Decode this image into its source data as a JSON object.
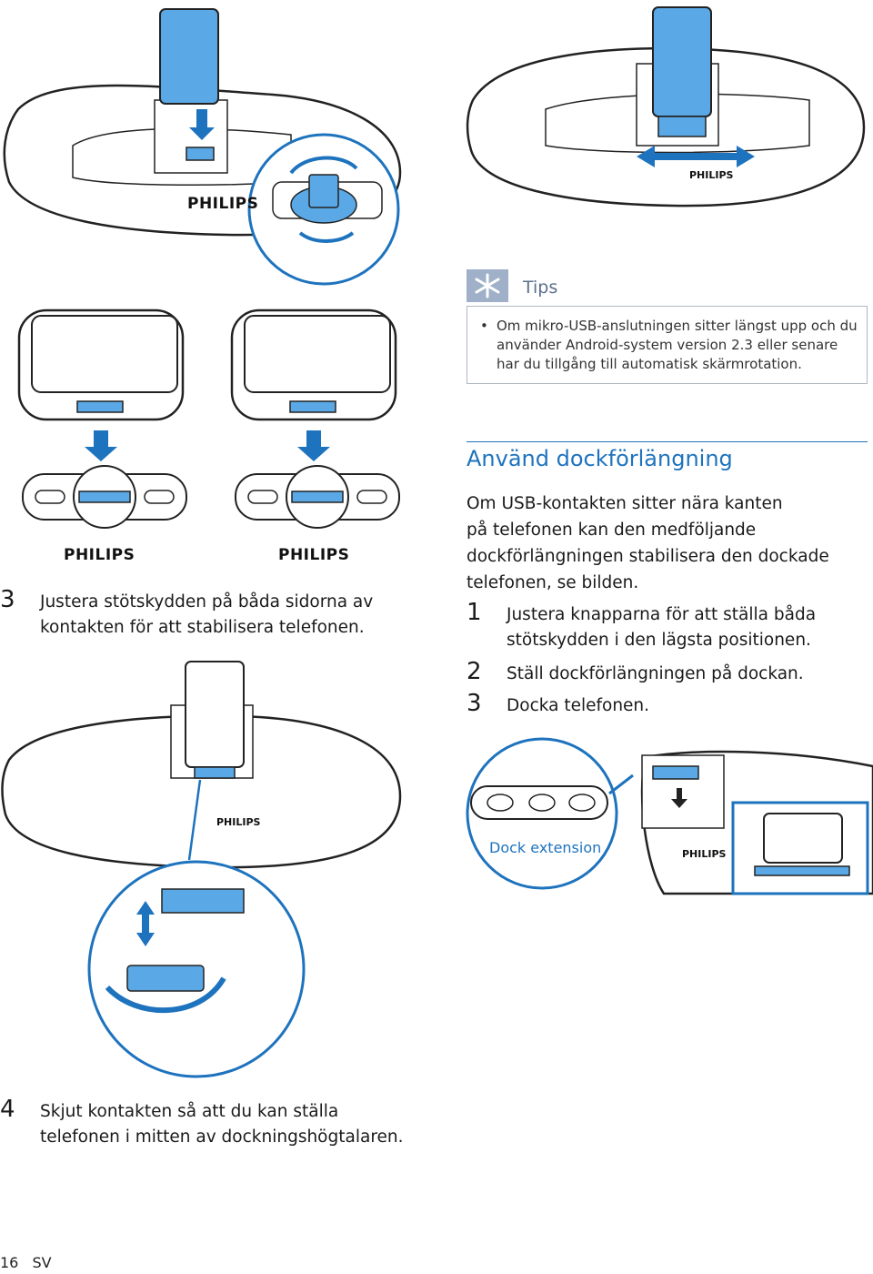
{
  "tips": {
    "icon": "asterisk-icon",
    "label": "Tips",
    "item": "Om mikro-USB-anslutningen sitter längst upp och du använder Android-system version 2.3 eller senare har du tillgång till automatisk skärmrotation."
  },
  "illustrations": {
    "brand": "PHILIPS",
    "dock_extension_label": "Dock extension"
  },
  "steps_left": [
    {
      "number": "3",
      "line1": "Justera stötskydden på båda sidorna av",
      "line2": "kontakten för att stabilisera telefonen."
    },
    {
      "number": "4",
      "line1": "Skjut kontakten så att du kan ställa",
      "line2": "telefonen i mitten av dockningshögtalaren."
    }
  ],
  "section": {
    "title": "Använd dockförlängning",
    "intro_lines": [
      "Om USB-kontakten sitter nära kanten",
      "på telefonen kan den medföljande",
      "dockförlängningen stabilisera den dockade",
      "telefonen, se bilden."
    ],
    "steps": [
      {
        "number": "1",
        "line1": "Justera knapparna för att ställa båda",
        "line2": "stötskydden i den lägsta positionen."
      },
      {
        "number": "2",
        "line1": "Ställ dockförlängningen på dockan.",
        "line2": ""
      },
      {
        "number": "3",
        "line1": "Docka telefonen.",
        "line2": ""
      }
    ]
  },
  "footer": {
    "page_number": "16",
    "language": "SV"
  },
  "colors": {
    "accent_blue": "#1e73be",
    "phone_blue": "#5aa9e6",
    "tips_grey": "#9fb0c8"
  }
}
